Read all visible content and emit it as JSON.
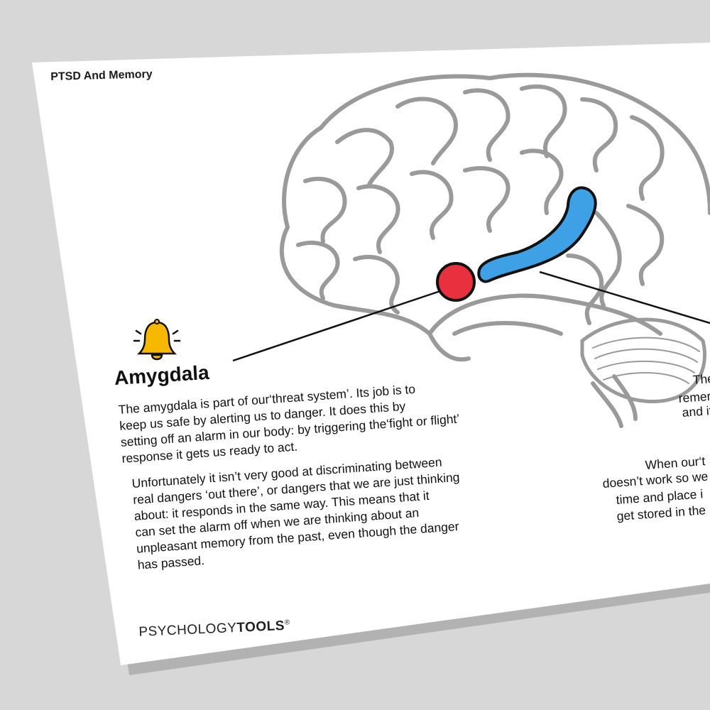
{
  "document": {
    "title": "PTSD And Memory"
  },
  "amygdala": {
    "icon": "bell-icon",
    "heading": "Amygdala",
    "paragraph1": [
      "The amygdala is part of our‘threat system’.  Its job is to",
      "keep us safe by alerting us to danger.  It does this by",
      "setting off an alarm in our body:  by triggering the‘fight or flight’",
      "response it gets us ready to act."
    ],
    "paragraph2": [
      "Unfortunately it isn’t very good at discriminating between",
      "real dangers  ‘out there’,  or dangers that we are just thinking",
      "about:  it responds in the same way.  This means that it",
      "can set the alarm off when we are thinking about an",
      "unpleasant memory from the past, even though the danger",
      "has passed."
    ]
  },
  "right_column_fragments": [
    "The",
    "remer",
    "and it",
    "When our‘t",
    "doesn’t work so we",
    "time and place i",
    "get stored in the"
  ],
  "logo": {
    "part1": "PSYCHOLOGY",
    "part2": "TOOLS",
    "mark": "®"
  },
  "colors": {
    "amygdala": "#e8303f",
    "hippocampus": "#3ea1e6",
    "brain_outline": "#9a9a9a",
    "bell": "#f6b800"
  }
}
